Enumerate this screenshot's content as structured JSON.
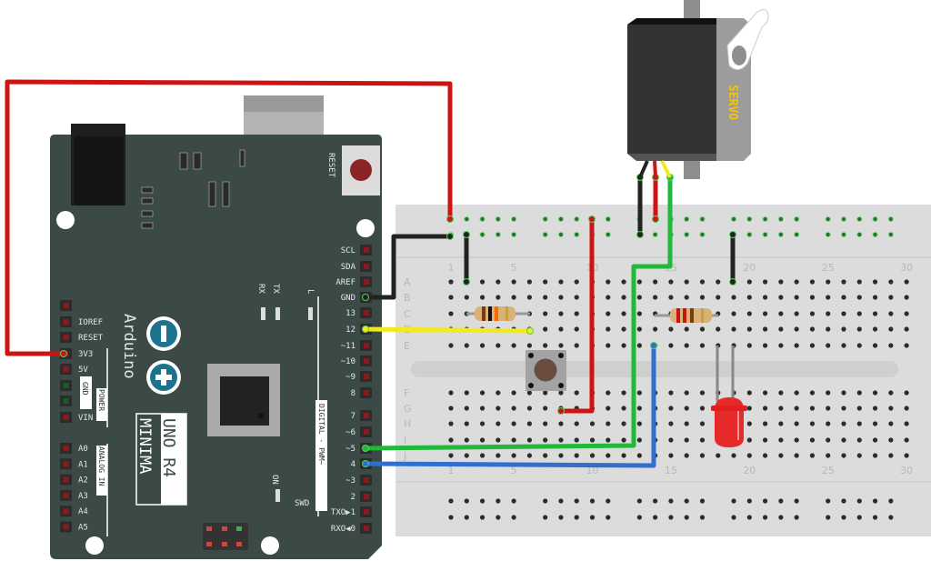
{
  "arduino": {
    "brand": "Arduino",
    "model_line1": "UNO R4",
    "model_line2": "MINIMA",
    "reset_label": "RESET",
    "rx_label": "RX",
    "tx_label": "TX",
    "l_label": "L",
    "on_label": "ON",
    "swd_label": "SWD",
    "power_label": "POWER",
    "analog_label": "ANALOG IN",
    "digital_label": "DIGITAL - PWM~",
    "gnd_box_label": "GND",
    "right_header": [
      "SCL",
      "SDA",
      "AREF",
      "GND",
      "13",
      "12",
      "~11",
      "~10",
      "~9",
      "8",
      "7",
      "~6",
      "~5",
      "4",
      "~3",
      "2",
      "TXO▶1",
      "RXO◀0"
    ],
    "left_power_header": [
      "",
      "IOREF",
      "RESET",
      "3V3",
      "5V",
      "",
      "",
      "VIN"
    ],
    "left_analog_header": [
      "A0",
      "A1",
      "A2",
      "A3",
      "A4",
      "A5"
    ]
  },
  "servo": {
    "label": "SERVO",
    "label_color": "#f5c400"
  },
  "breadboard": {
    "row_letters_top": [
      "A",
      "B",
      "C",
      "D",
      "E"
    ],
    "row_letters_bottom": [
      "F",
      "G",
      "H",
      "I",
      "J"
    ],
    "column_numbers": [
      "1",
      "5",
      "10",
      "15",
      "20",
      "25",
      "30"
    ]
  },
  "wire_colors": {
    "red": "#cc1414",
    "black": "#222222",
    "yellow": "#f2ea1a",
    "green": "#22b83a",
    "blue": "#2f6fd0"
  }
}
